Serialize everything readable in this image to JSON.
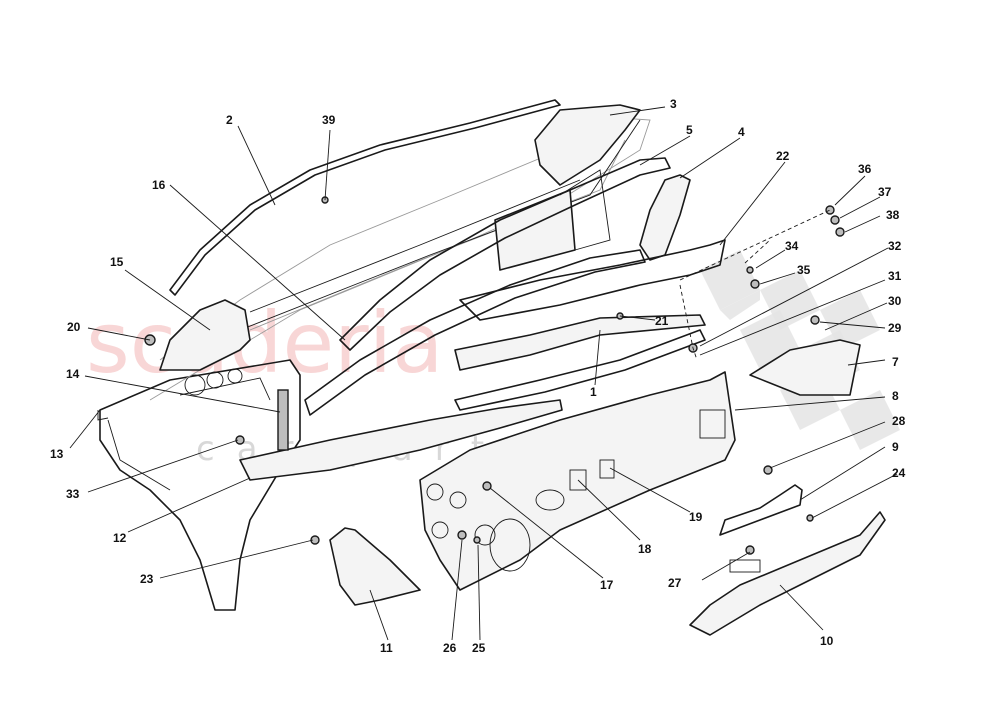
{
  "watermark": {
    "brand": "scuderia",
    "sub": "car parts"
  },
  "callouts": [
    {
      "id": "1",
      "label": "1"
    },
    {
      "id": "2",
      "label": "2"
    },
    {
      "id": "3",
      "label": "3"
    },
    {
      "id": "4",
      "label": "4"
    },
    {
      "id": "5",
      "label": "5"
    },
    {
      "id": "7",
      "label": "7"
    },
    {
      "id": "8",
      "label": "8"
    },
    {
      "id": "9",
      "label": "9"
    },
    {
      "id": "10",
      "label": "10"
    },
    {
      "id": "11",
      "label": "11"
    },
    {
      "id": "12",
      "label": "12"
    },
    {
      "id": "13",
      "label": "13"
    },
    {
      "id": "14",
      "label": "14"
    },
    {
      "id": "15",
      "label": "15"
    },
    {
      "id": "16",
      "label": "16"
    },
    {
      "id": "17",
      "label": "17"
    },
    {
      "id": "18",
      "label": "18"
    },
    {
      "id": "19",
      "label": "19"
    },
    {
      "id": "20",
      "label": "20"
    },
    {
      "id": "21",
      "label": "21"
    },
    {
      "id": "22",
      "label": "22"
    },
    {
      "id": "23",
      "label": "23"
    },
    {
      "id": "24",
      "label": "24"
    },
    {
      "id": "25",
      "label": "25"
    },
    {
      "id": "26",
      "label": "26"
    },
    {
      "id": "27",
      "label": "27"
    },
    {
      "id": "28",
      "label": "28"
    },
    {
      "id": "29",
      "label": "29"
    },
    {
      "id": "30",
      "label": "30"
    },
    {
      "id": "31",
      "label": "31"
    },
    {
      "id": "32",
      "label": "32"
    },
    {
      "id": "33",
      "label": "33"
    },
    {
      "id": "34",
      "label": "34"
    },
    {
      "id": "35",
      "label": "35"
    },
    {
      "id": "36",
      "label": "36"
    },
    {
      "id": "37",
      "label": "37"
    },
    {
      "id": "38",
      "label": "38"
    },
    {
      "id": "39",
      "label": "39"
    }
  ]
}
